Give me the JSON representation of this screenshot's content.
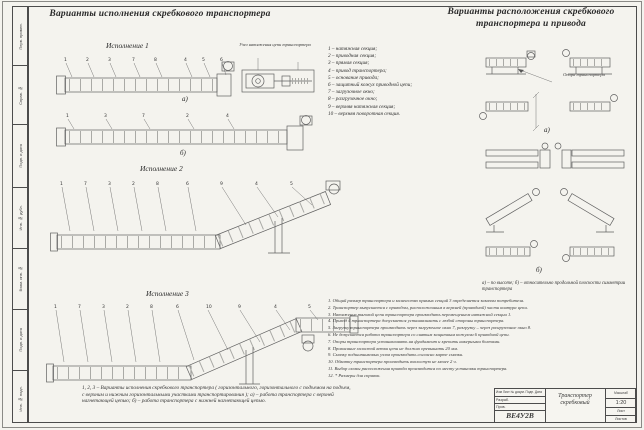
{
  "titles": {
    "left": "Варианты исполнения скребкового транспортера",
    "right1": "Варианты расположения скребкового",
    "right2": "транспортера и привода"
  },
  "sections": {
    "isp1": "Исполнение  1",
    "isp2": "Исполнение  2",
    "isp3": "Исполнение  3",
    "uzel": "Узел натяжения цепи транспортера",
    "opora": "Опора транспортера"
  },
  "sublabels": {
    "a": "а)",
    "b": "б)"
  },
  "legend": {
    "items": [
      "1 –  натяжная секция;",
      "2 –  приводная секция;",
      "3 –  прямая секция;",
      "4 –  привод транспортера;",
      "5 –  основание привода;",
      "6 –  защитный кожух приводной цепи;",
      "7 –  загрузочное окно;",
      "8 –  разгрузочное окно;",
      "9 –  верхняя натяжная секция;",
      "10 – верхняя поворотная секция."
    ]
  },
  "callouts": {
    "isp1a": [
      "1",
      "2",
      "3",
      "7",
      "8",
      "4",
      "5",
      "6"
    ],
    "isp1b": [
      "1",
      "3",
      "7",
      "2",
      "4"
    ],
    "isp2": [
      "1",
      "7",
      "3",
      "2",
      "8",
      "6",
      "9",
      "4",
      "5"
    ],
    "isp3": [
      "1",
      "7",
      "3",
      "2",
      "8",
      "6",
      "10",
      "9",
      "4",
      "5"
    ]
  },
  "right_caption": "а) – по высоте;   б) – относительно продольной плоскости симметрии транспортера",
  "caption": "1, 2, 3 – Варианты исполнения скребкового транспортера ( горизонтального, горизонтального с подъемом на подъем, с верхним и нижним горизонтальными участками транспортирования );  а) – работа транспортера с верхней нагнетающей цепью;  б) – работа транспортера с нижней нагнетающей цепью.",
  "notes": {
    "lines": [
      "1. Общий размер транспортера и количество прямых секций 3 определяется заказом потребителя.",
      "2. Транспортер выпускается с приводом, расположенным в верхней (приводной) части контура цепи.",
      "3. Натяжение тяговой цепи транспортера производить перемещением натяжной секции 1.",
      "4. Привод 4 транспортера допускается устанавливать с любой стороны транспортера.",
      "5. Загрузку транспортера производить через загрузочное окно 7, разгрузку – через разгрузочное окно 8.",
      "6. Не допускается работа транспортера со снятым защитным кожухом 6 приводной цепи.",
      "7. Опоры транспортера устанавливать на фундамент и крепить анкерными болтами.",
      "8. Провисание холостой ветви цепи не должно превышать 20 мм.",
      "9. Смазку подшипниковых узлов производить согласно карте смазки.",
      "10. Обкатку транспортера производить вхолостую не менее 2 ч.",
      "11. Выбор схемы расположения привода производится по месту установки транспортера.",
      "12. * Размеры для справок."
    ]
  },
  "stamp": {
    "header": "Изм  Лист  № докум.  Подп.  Дата",
    "row1": "Разраб.",
    "row2": "Пров.",
    "code": "ВЕ4У2В",
    "title": "Транспортер скребковый",
    "scale_label": "Масштаб",
    "scale": "1:20",
    "sheet_label": "Лист",
    "sheets_label": "Листов"
  },
  "margin": {
    "labels": [
      "Перв. примен.",
      "Справ. №",
      "Подп. и дата",
      "Инв. № дубл.",
      "Взам. инв. №",
      "Подп. и дата",
      "Инв. № подл."
    ]
  }
}
